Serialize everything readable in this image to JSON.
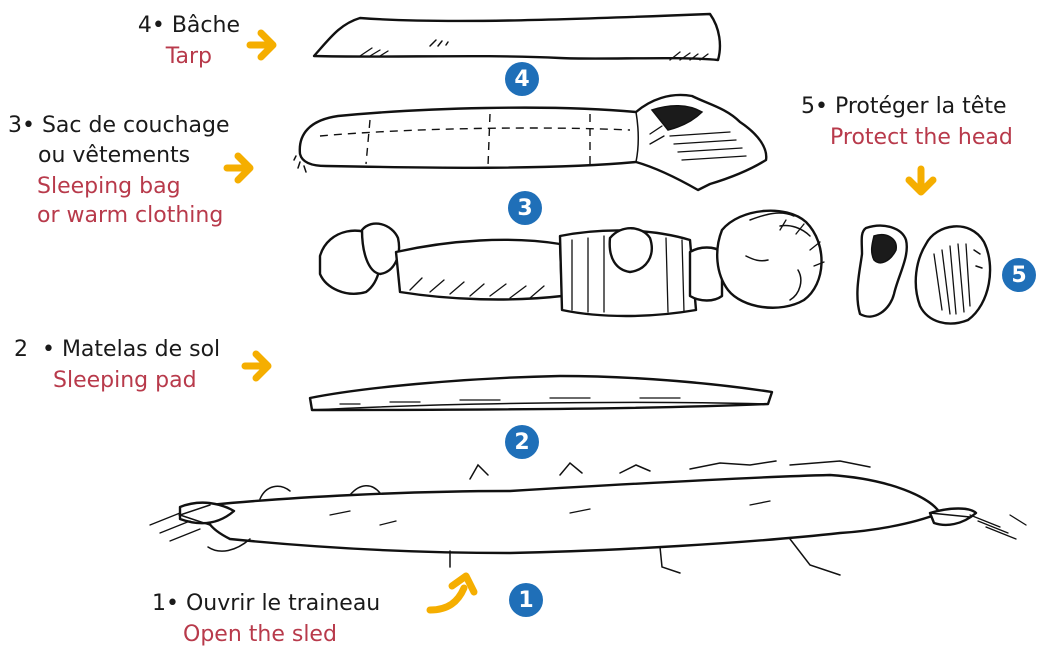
{
  "colors": {
    "arrow": "#f5ae00",
    "badge": "#1f6fb8",
    "french_text": "#1a1a1a",
    "english_text": "#b83a4b"
  },
  "steps": [
    {
      "number": "1",
      "fr": "1• Ouvrir le traineau",
      "en": "Open the sled",
      "arrow_icon": "curved-arrow-icon"
    },
    {
      "number": "2",
      "fr": "2  • Matelas de sol",
      "en": "Sleeping pad",
      "arrow_icon": "right-arrow-icon"
    },
    {
      "number": "3",
      "fr_line1": "3• Sac de couchage",
      "fr_line2": "ou vêtements",
      "en_line1": "Sleeping bag",
      "en_line2": "or warm clothing",
      "arrow_icon": "right-arrow-icon"
    },
    {
      "number": "4",
      "fr": "4• Bâche",
      "en": "Tarp",
      "arrow_icon": "right-arrow-icon"
    },
    {
      "number": "5",
      "fr": "5• Protéger la tête",
      "en": "Protect the head",
      "arrow_icon": "down-arrow-icon"
    }
  ]
}
